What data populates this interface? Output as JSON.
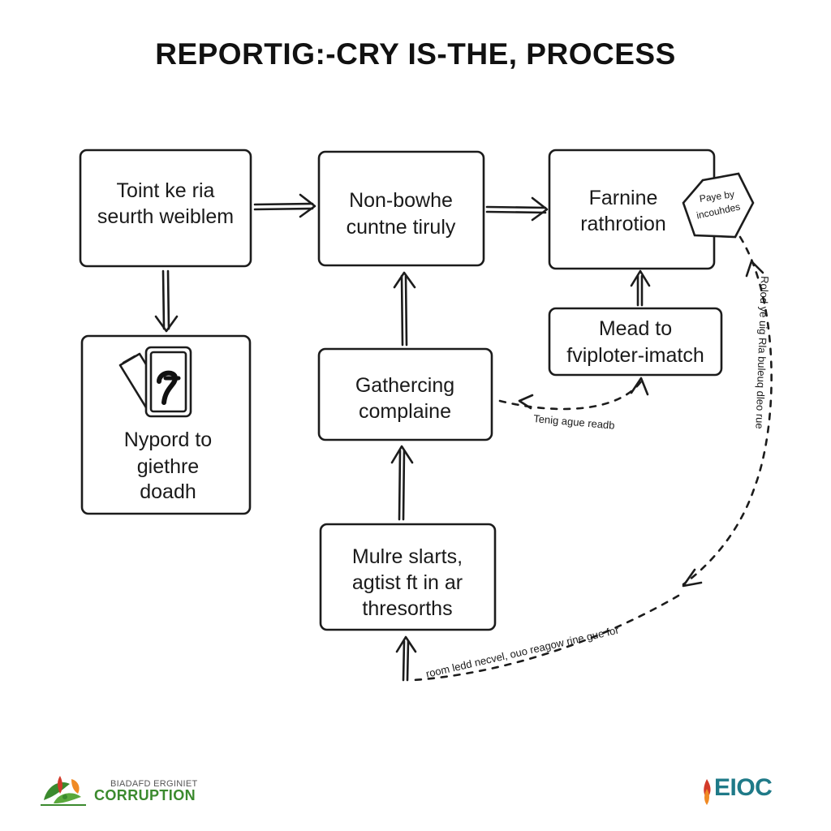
{
  "title": "REPORTIG:-CRY IS-THE, PROCESS",
  "boxes": {
    "b1": [
      "Toint ke ria",
      "seurth weiblem"
    ],
    "b2": [
      "Non-bowhe",
      "cuntne tiruly"
    ],
    "b3": [
      "Farnine",
      "rathrotion"
    ],
    "b4": [
      "Nypord to",
      "giethre",
      "doadh"
    ],
    "b5": [
      "Gathercing",
      "complaine"
    ],
    "b6": [
      "Mead to",
      "fviploter-imatch"
    ],
    "b7": [
      "Mulre slarts,",
      "agtist ft in ar",
      "thresorths"
    ]
  },
  "tag": [
    "Paye by",
    "incouhdes"
  ],
  "dashed_labels": {
    "mid": "Tenig ague readb",
    "right": "Rolod ye uig Rla buleuq dleo rue",
    "bottom": "room ledd necvel, ouo reagow rine gue for"
  },
  "logos": {
    "left_top": "BIADAFD ERGINIET",
    "left_main": "CORRUPTION",
    "right": "EIOC"
  },
  "colors": {
    "ink": "#1c1c1c",
    "logo_green": "#3b8a2e",
    "logo_teal": "#1f7a88",
    "logo_red": "#d33a2a",
    "logo_orange": "#f08a24"
  }
}
